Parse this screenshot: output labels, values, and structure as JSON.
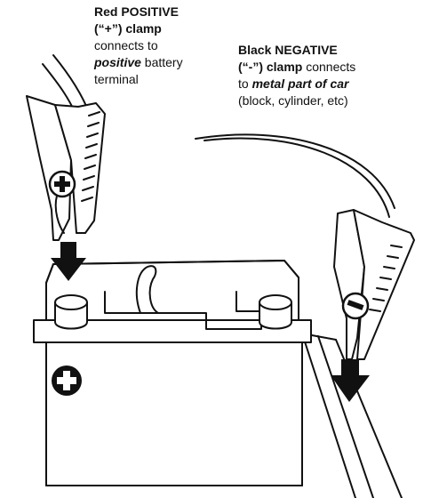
{
  "positive_label": {
    "line1": "Red POSITIVE",
    "line2": "(“+”) clamp",
    "line3": "connects to",
    "line4_emph": "positive",
    "line4_rest": " battery",
    "line5": "terminal"
  },
  "negative_label": {
    "line1": "Black NEGATIVE",
    "line2_bold": "(“-”) clamp",
    "line2_rest": " connects",
    "line3_prefix": "to ",
    "line3_emph": "metal part of car",
    "line4": "(block, cylinder, etc)"
  }
}
